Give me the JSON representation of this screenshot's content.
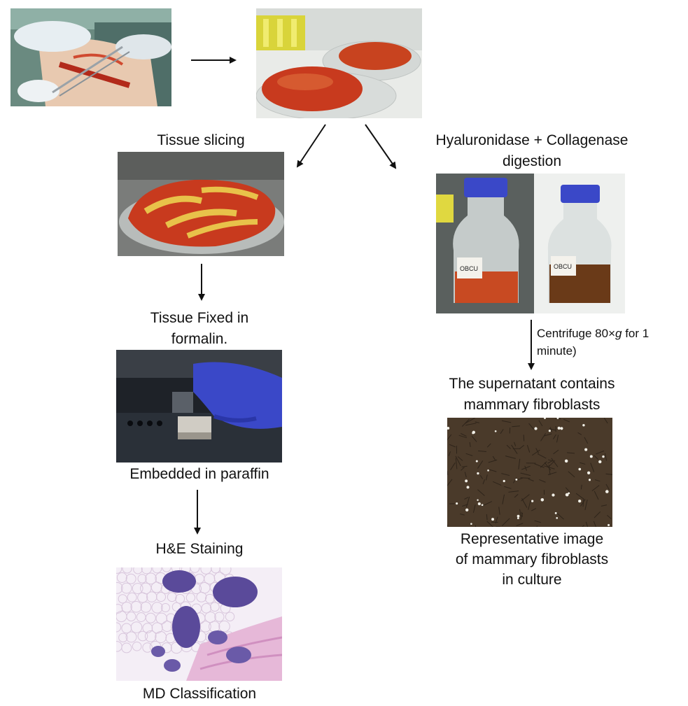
{
  "labels": {
    "tissue_slicing": "Tissue slicing",
    "digestion_line1": "Hyaluronidase + Collagenase",
    "digestion_line2": "digestion",
    "fixed_line1": "Tissue Fixed in",
    "fixed_line2": "formalin.",
    "embedded": "Embedded in paraffin",
    "he_staining": "H&E Staining",
    "md_classification": "MD Classification",
    "centrifuge_pre": "Centrifuge 80×",
    "centrifuge_g": "g",
    "centrifuge_post": " for 1",
    "centrifuge_line2": "minute)",
    "supernatant_line1": "The supernatant contains",
    "supernatant_line2": "mammary fibroblasts",
    "representative_line1": "Representative image",
    "representative_line2": "of mammary fibroblasts",
    "representative_line3": "in culture"
  },
  "bottle_labels": [
    "OBCU",
    "OBCU"
  ],
  "colors": {
    "arrow": "#111111",
    "tissue_red": "#c83a1e",
    "fat_yellow": "#e8c24a",
    "glove_blue": "#3a48c8",
    "he_purple": "#5a4a9a",
    "he_pink": "#e6b8d8",
    "culture_brown": "#4a3a2a"
  }
}
